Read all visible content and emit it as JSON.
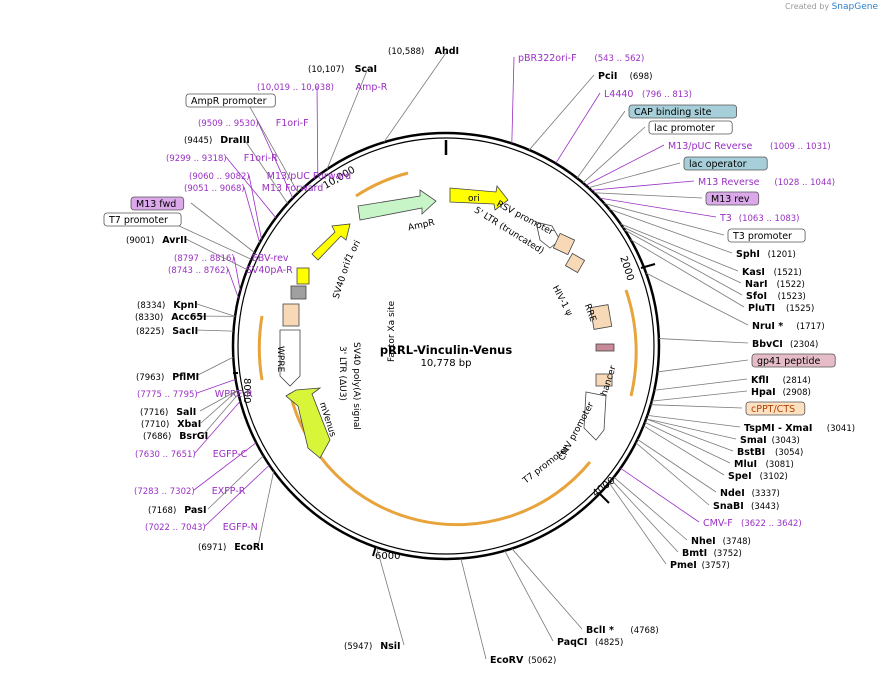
{
  "credit": {
    "prefix": "Created by",
    "brand": "SnapGene"
  },
  "plasmid": {
    "name": "pRRL-Vinculin-Venus",
    "length": "10,778 bp",
    "total_bp": 10778
  },
  "ticks": [
    "2000",
    "4000",
    "6000",
    "8000",
    "10,000"
  ],
  "sites": [
    {
      "name": "AhdI",
      "pos": "(10,588)",
      "type": "enzyme"
    },
    {
      "name": "ScaI",
      "pos": "(10,107)",
      "type": "enzyme"
    },
    {
      "name": "Amp-R",
      "pos": "(10,019 .. 10,038)",
      "type": "primer"
    },
    {
      "name": "AmpR promoter",
      "pos": "",
      "type": "box"
    },
    {
      "name": "F1ori-F",
      "pos": "(9509 .. 9530)",
      "type": "primer"
    },
    {
      "name": "DraIII",
      "pos": "(9445)",
      "type": "enzyme"
    },
    {
      "name": "F1ori-R",
      "pos": "(9299 .. 9318)",
      "type": "primer"
    },
    {
      "name": "M13/pUC Forward",
      "pos": "(9060 .. 9082)",
      "type": "primer"
    },
    {
      "name": "M13 Forward",
      "pos": "(9051 .. 9068)",
      "type": "primer"
    },
    {
      "name": "M13 fwd",
      "pos": "",
      "type": "boxpurple"
    },
    {
      "name": "T7 promoter",
      "pos": "",
      "type": "box"
    },
    {
      "name": "AvrII",
      "pos": "(9001)",
      "type": "enzyme"
    },
    {
      "name": "EBV-rev",
      "pos": "(8797 .. 8816)",
      "type": "primer"
    },
    {
      "name": "SV40pA-R",
      "pos": "(8743 .. 8762)",
      "type": "primer"
    },
    {
      "name": "KpnI",
      "pos": "(8334)",
      "type": "enzyme"
    },
    {
      "name": "Acc65I",
      "pos": "(8330)",
      "type": "enzyme"
    },
    {
      "name": "SacII",
      "pos": "(8225)",
      "type": "enzyme"
    },
    {
      "name": "PflMI",
      "pos": "(7963)",
      "type": "enzyme"
    },
    {
      "name": "WPRE-R",
      "pos": "(7775 .. 7795)",
      "type": "primer"
    },
    {
      "name": "SalI",
      "pos": "(7716)",
      "type": "enzyme"
    },
    {
      "name": "XbaI",
      "pos": "(7710)",
      "type": "enzyme"
    },
    {
      "name": "BsrGI",
      "pos": "(7686)",
      "type": "enzyme"
    },
    {
      "name": "EGFP-C",
      "pos": "(7630 .. 7651)",
      "type": "primer"
    },
    {
      "name": "EXFP-R",
      "pos": "(7283 .. 7302)",
      "type": "primer"
    },
    {
      "name": "PasI",
      "pos": "(7168)",
      "type": "enzyme"
    },
    {
      "name": "EGFP-N",
      "pos": "(7022 .. 7043)",
      "type": "primer"
    },
    {
      "name": "EcoRI",
      "pos": "(6971)",
      "type": "enzyme"
    },
    {
      "name": "NsiI",
      "pos": "(5947)",
      "type": "enzyme"
    },
    {
      "name": "EcoRV",
      "pos": "(5062)",
      "type": "enzyme"
    },
    {
      "name": "PaqCI",
      "pos": "(4825)",
      "type": "enzyme"
    },
    {
      "name": "BclI *",
      "pos": "(4768)",
      "type": "enzyme"
    },
    {
      "name": "PmeI",
      "pos": "(3757)",
      "type": "enzyme"
    },
    {
      "name": "BmtI",
      "pos": "(3752)",
      "type": "enzyme"
    },
    {
      "name": "NheI",
      "pos": "(3748)",
      "type": "enzyme"
    },
    {
      "name": "CMV-F",
      "pos": "(3622 .. 3642)",
      "type": "primer"
    },
    {
      "name": "SnaBI",
      "pos": "(3443)",
      "type": "enzyme"
    },
    {
      "name": "NdeI",
      "pos": "(3337)",
      "type": "enzyme"
    },
    {
      "name": "SpeI",
      "pos": "(3102)",
      "type": "enzyme"
    },
    {
      "name": "MluI",
      "pos": "(3081)",
      "type": "enzyme"
    },
    {
      "name": "BstBI",
      "pos": "(3054)",
      "type": "enzyme"
    },
    {
      "name": "SmaI",
      "pos": "(3043)",
      "type": "enzyme"
    },
    {
      "name": "TspMI - XmaI",
      "pos": "(3041)",
      "type": "enzyme"
    },
    {
      "name": "cPPT/CTS",
      "pos": "",
      "type": "boxorange"
    },
    {
      "name": "HpaI",
      "pos": "(2908)",
      "type": "enzyme"
    },
    {
      "name": "KflI",
      "pos": "(2814)",
      "type": "enzyme"
    },
    {
      "name": "gp41 peptide",
      "pos": "",
      "type": "boxpink"
    },
    {
      "name": "BbvCI",
      "pos": "(2304)",
      "type": "enzyme"
    },
    {
      "name": "NruI *",
      "pos": "(1717)",
      "type": "enzyme"
    },
    {
      "name": "PluTI",
      "pos": "(1525)",
      "type": "enzyme"
    },
    {
      "name": "SfoI",
      "pos": "(1523)",
      "type": "enzyme"
    },
    {
      "name": "NarI",
      "pos": "(1522)",
      "type": "enzyme"
    },
    {
      "name": "KasI",
      "pos": "(1521)",
      "type": "enzyme"
    },
    {
      "name": "SphI",
      "pos": "(1201)",
      "type": "enzyme"
    },
    {
      "name": "T3 promoter",
      "pos": "",
      "type": "box"
    },
    {
      "name": "T3",
      "pos": "(1063 .. 1083)",
      "type": "primer"
    },
    {
      "name": "M13 rev",
      "pos": "",
      "type": "boxpurple"
    },
    {
      "name": "M13 Reverse",
      "pos": "(1028 .. 1044)",
      "type": "primer"
    },
    {
      "name": "lac operator",
      "pos": "",
      "type": "boxteal"
    },
    {
      "name": "M13/pUC Reverse",
      "pos": "(1009 .. 1031)",
      "type": "primer"
    },
    {
      "name": "lac promoter",
      "pos": "",
      "type": "box"
    },
    {
      "name": "CAP binding site",
      "pos": "",
      "type": "boxteal"
    },
    {
      "name": "L4440",
      "pos": "(796 .. 813)",
      "type": "primer"
    },
    {
      "name": "PciI",
      "pos": "(698)",
      "type": "enzyme"
    },
    {
      "name": "pBR322ori-F",
      "pos": "(543 .. 562)",
      "type": "primer"
    }
  ],
  "features": [
    "ori",
    "AmpR",
    "f1 ori",
    "SV40 ori",
    "RSV promoter",
    "5' LTR (truncated)",
    "HIV-1 ψ",
    "RRE",
    "CMV enhancer",
    "CMV promoter",
    "T7 promoter",
    "mVenus",
    "SV40 poly(A) signal",
    "3' LTR (ΔU3)",
    "WPRE",
    "Factor Xa site"
  ],
  "colors": {
    "enzyme": "#000000",
    "primer": "#9a2fc4",
    "line": "#7a7a7a",
    "ring": "#000000",
    "orange_arc": "#e8a33a",
    "ori_yellow": "#ffff00",
    "ampr_green": "#c8f5c8",
    "venus": "#d8f53a",
    "tan": "#f7d9b8",
    "teal": "#a7cfd9",
    "purple_box": "#dba8ea",
    "pink_box": "#e6bcc8",
    "orange_box": "#fde0c0"
  }
}
